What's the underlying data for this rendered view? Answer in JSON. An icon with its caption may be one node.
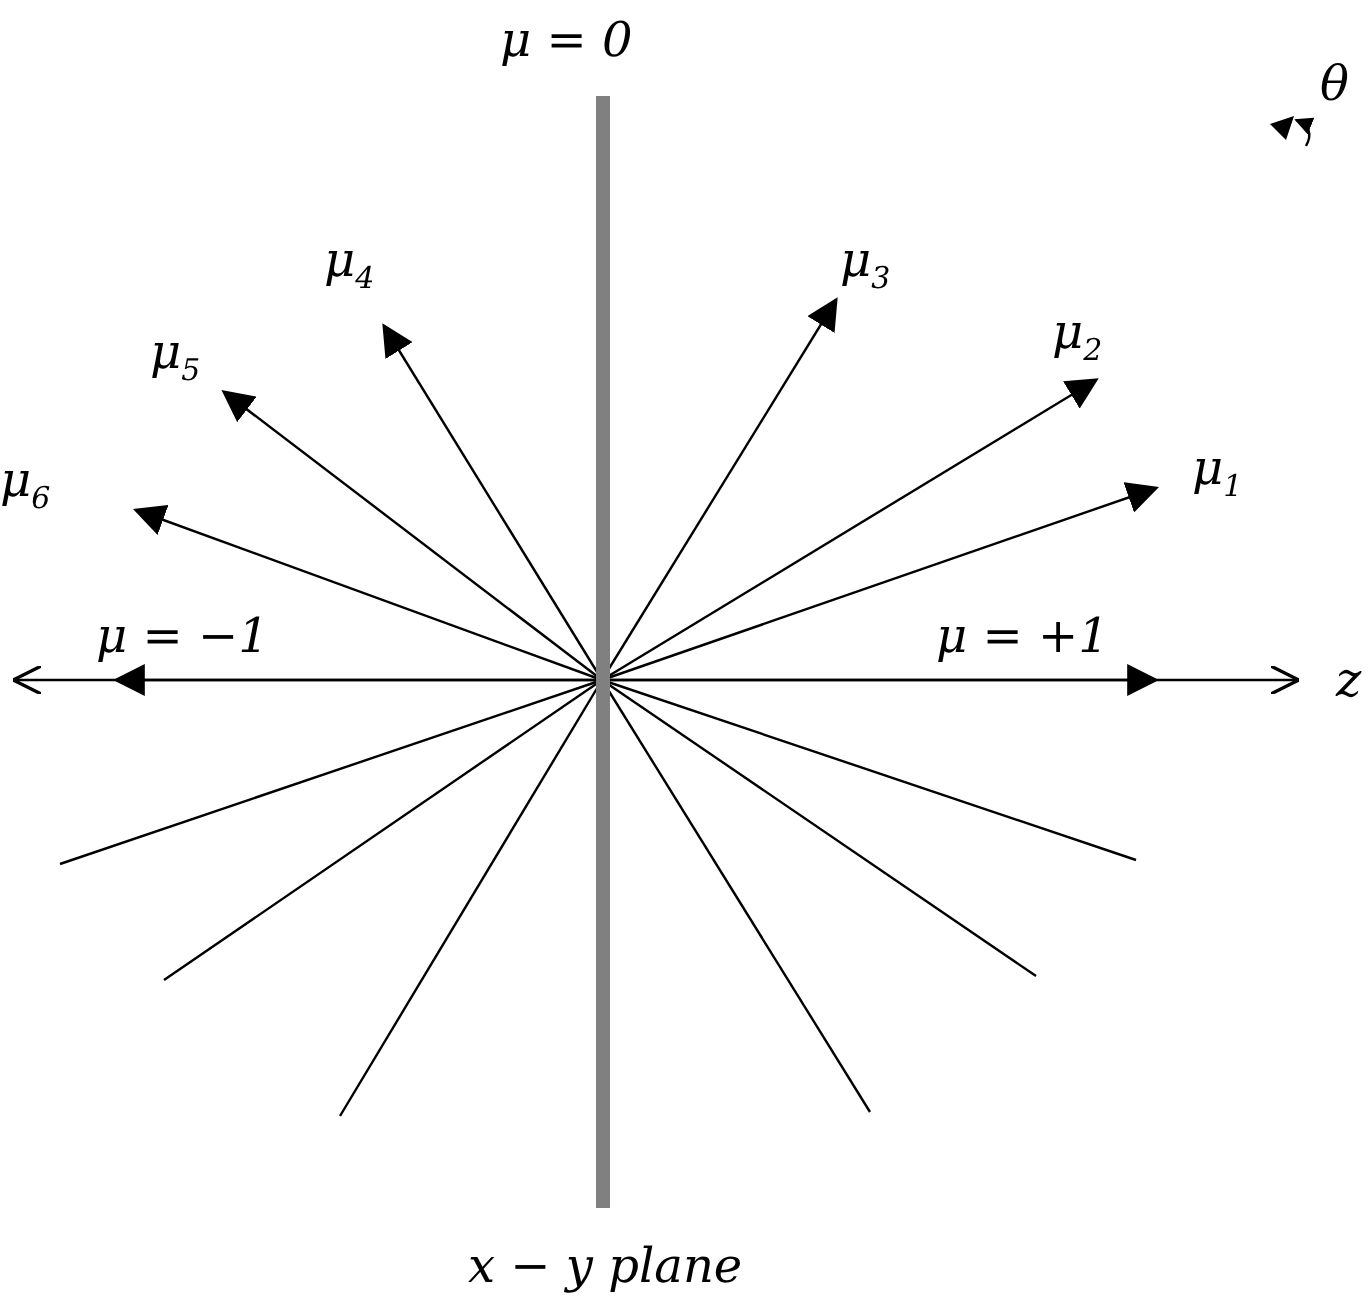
{
  "diagram": {
    "labels": [
      "μ = 0",
      "θ",
      "μ$_{4}$",
      "μ$_{3}$",
      "μ$_{5}$",
      "μ$_{2}$",
      "μ$_{6}$",
      "μ$_{1}$",
      "μ = −1",
      "μ = +1",
      "z",
      "x − y plane"
    ]
  }
}
